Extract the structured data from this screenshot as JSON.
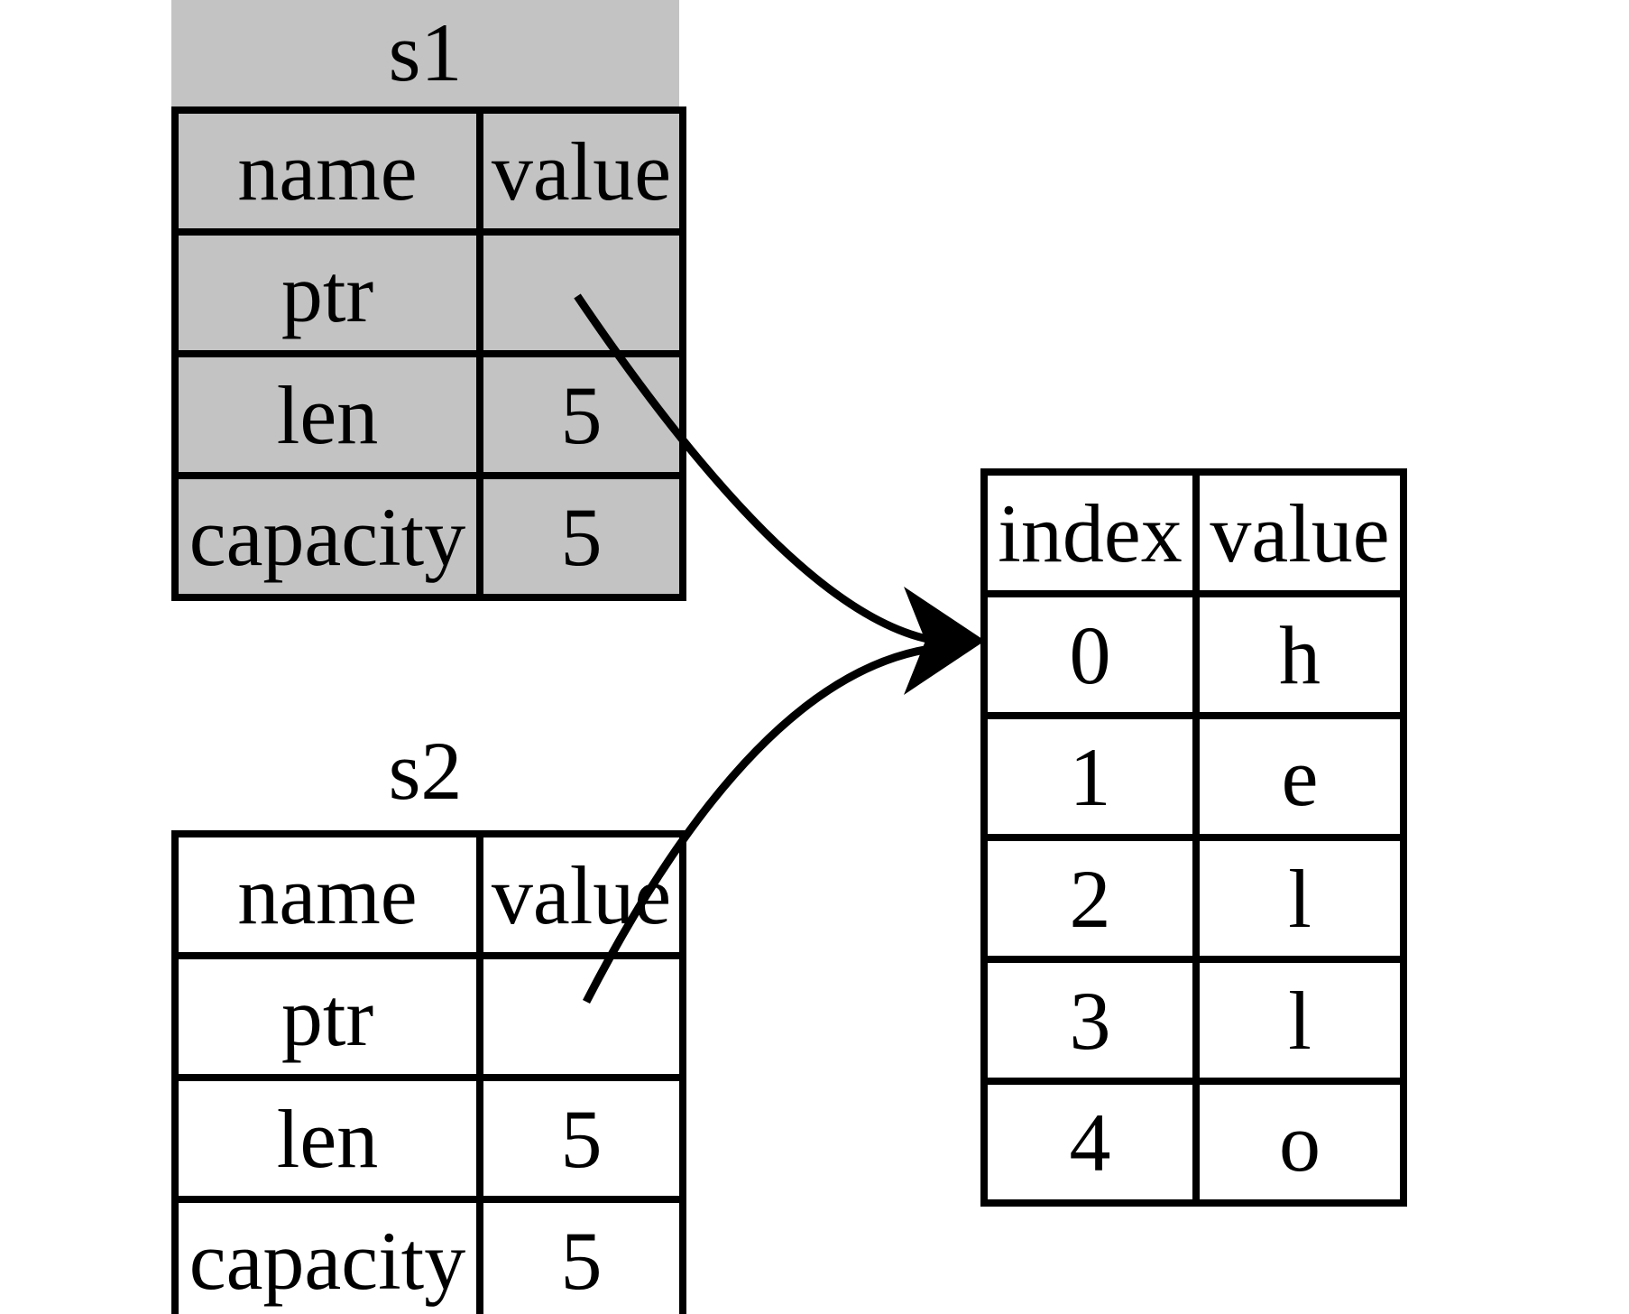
{
  "diagram": {
    "background_color": "#ffffff",
    "line_color": "#000000",
    "s1_highlight_color": "#c3c3c3",
    "pointers": [
      {
        "from": "s1.ptr",
        "to": "heap.index.0"
      },
      {
        "from": "s2.ptr",
        "to": "heap.index.0"
      }
    ]
  },
  "s1": {
    "title": "s1",
    "headers": [
      "name",
      "value"
    ],
    "rows": [
      {
        "name": "ptr",
        "value": ""
      },
      {
        "name": "len",
        "value": "5"
      },
      {
        "name": "capacity",
        "value": "5"
      }
    ]
  },
  "s2": {
    "title": "s2",
    "headers": [
      "name",
      "value"
    ],
    "rows": [
      {
        "name": "ptr",
        "value": ""
      },
      {
        "name": "len",
        "value": "5"
      },
      {
        "name": "capacity",
        "value": "5"
      }
    ]
  },
  "heap": {
    "headers": [
      "index",
      "value"
    ],
    "rows": [
      {
        "index": "0",
        "value": "h"
      },
      {
        "index": "1",
        "value": "e"
      },
      {
        "index": "2",
        "value": "l"
      },
      {
        "index": "3",
        "value": "l"
      },
      {
        "index": "4",
        "value": "o"
      }
    ]
  }
}
